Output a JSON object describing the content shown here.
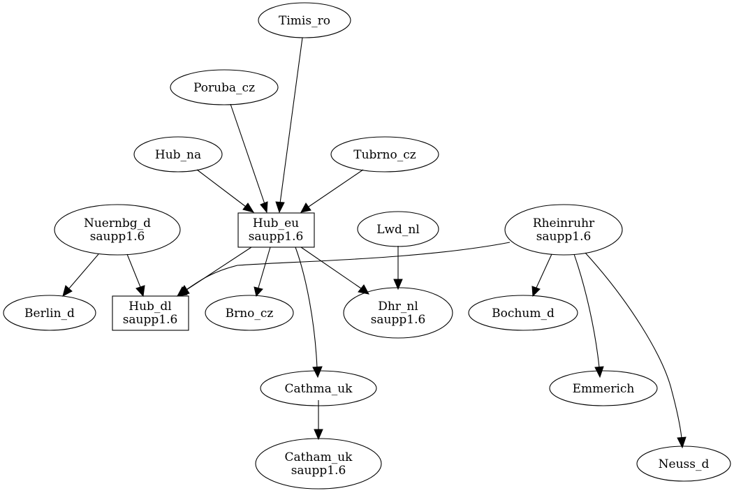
{
  "nodes": {
    "timis_ro": {
      "line1": "Timis_ro"
    },
    "poruba_cz": {
      "line1": "Poruba_cz"
    },
    "hub_na": {
      "line1": "Hub_na"
    },
    "tubrno_cz": {
      "line1": "Tubrno_cz"
    },
    "hub_eu": {
      "line1": "Hub_eu",
      "line2": "saupp1.6"
    },
    "nuernbg_d": {
      "line1": "Nuernbg_d",
      "line2": "saupp1.6"
    },
    "lwd_nl": {
      "line1": "Lwd_nl"
    },
    "rheinruhr": {
      "line1": "Rheinruhr",
      "line2": "saupp1.6"
    },
    "berlin_d": {
      "line1": "Berlin_d"
    },
    "hub_dl": {
      "line1": "Hub_dl",
      "line2": "saupp1.6"
    },
    "brno_cz": {
      "line1": "Brno_cz"
    },
    "dhr_nl": {
      "line1": "Dhr_nl",
      "line2": "saupp1.6"
    },
    "bochum_d": {
      "line1": "Bochum_d"
    },
    "cathma_uk": {
      "line1": "Cathma_uk"
    },
    "emmerich": {
      "line1": "Emmerich"
    },
    "catham_uk": {
      "line1": "Catham_uk",
      "line2": "saupp1.6"
    },
    "neuss_d": {
      "line1": "Neuss_d"
    }
  },
  "edges": [
    {
      "from": "Timis_ro",
      "to": "Hub_eu"
    },
    {
      "from": "Poruba_cz",
      "to": "Hub_eu"
    },
    {
      "from": "Hub_na",
      "to": "Hub_eu"
    },
    {
      "from": "Tubrno_cz",
      "to": "Hub_eu"
    },
    {
      "from": "Nuernbg_d",
      "to": "Berlin_d"
    },
    {
      "from": "Nuernbg_d",
      "to": "Hub_dl"
    },
    {
      "from": "Hub_eu",
      "to": "Hub_dl"
    },
    {
      "from": "Hub_eu",
      "to": "Brno_cz"
    },
    {
      "from": "Hub_eu",
      "to": "Dhr_nl"
    },
    {
      "from": "Hub_eu",
      "to": "Cathma_uk"
    },
    {
      "from": "Lwd_nl",
      "to": "Dhr_nl"
    },
    {
      "from": "Rheinruhr",
      "to": "Hub_dl"
    },
    {
      "from": "Rheinruhr",
      "to": "Bochum_d"
    },
    {
      "from": "Rheinruhr",
      "to": "Emmerich"
    },
    {
      "from": "Rheinruhr",
      "to": "Neuss_d"
    },
    {
      "from": "Cathma_uk",
      "to": "Catham_uk"
    }
  ]
}
